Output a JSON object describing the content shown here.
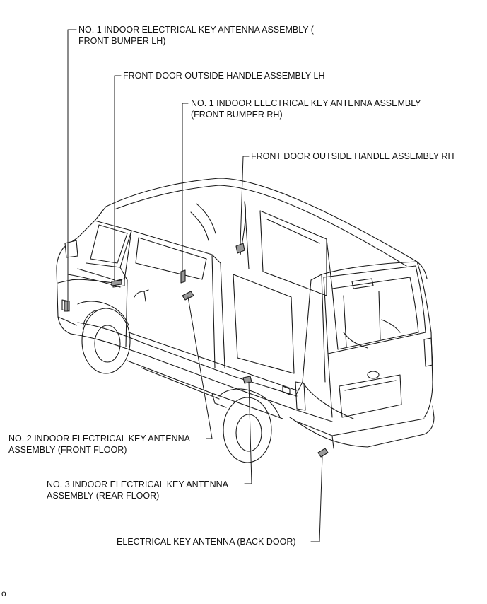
{
  "callouts": {
    "antenna_front_bumper_lh": {
      "line1": "NO. 1 INDOOR ELECTRICAL KEY ANTENNA ASSEMBLY (",
      "line2": "FRONT BUMPER LH)"
    },
    "handle_lh": {
      "line1": "FRONT DOOR OUTSIDE HANDLE ASSEMBLY LH"
    },
    "antenna_front_bumper_rh": {
      "line1": "NO. 1 INDOOR ELECTRICAL KEY ANTENNA ASSEMBLY",
      "line2": "(FRONT BUMPER RH)"
    },
    "handle_rh": {
      "line1": "FRONT DOOR OUTSIDE HANDLE ASSEMBLY RH"
    },
    "antenna_front_floor": {
      "line1": "NO. 2 INDOOR ELECTRICAL KEY ANTENNA",
      "line2": "ASSEMBLY (FRONT FLOOR)"
    },
    "antenna_rear_floor": {
      "line1": "NO. 3 INDOOR ELECTRICAL KEY ANTENNA",
      "line2": "ASSEMBLY (REAR FLOOR)"
    },
    "antenna_back_door": {
      "line1": "ELECTRICAL KEY ANTENNA (BACK DOOR)"
    }
  },
  "figure_code": "o",
  "colors": {
    "line": "#1a1a1a",
    "background": "#ffffff",
    "part_fill": "#9a9a9a"
  }
}
